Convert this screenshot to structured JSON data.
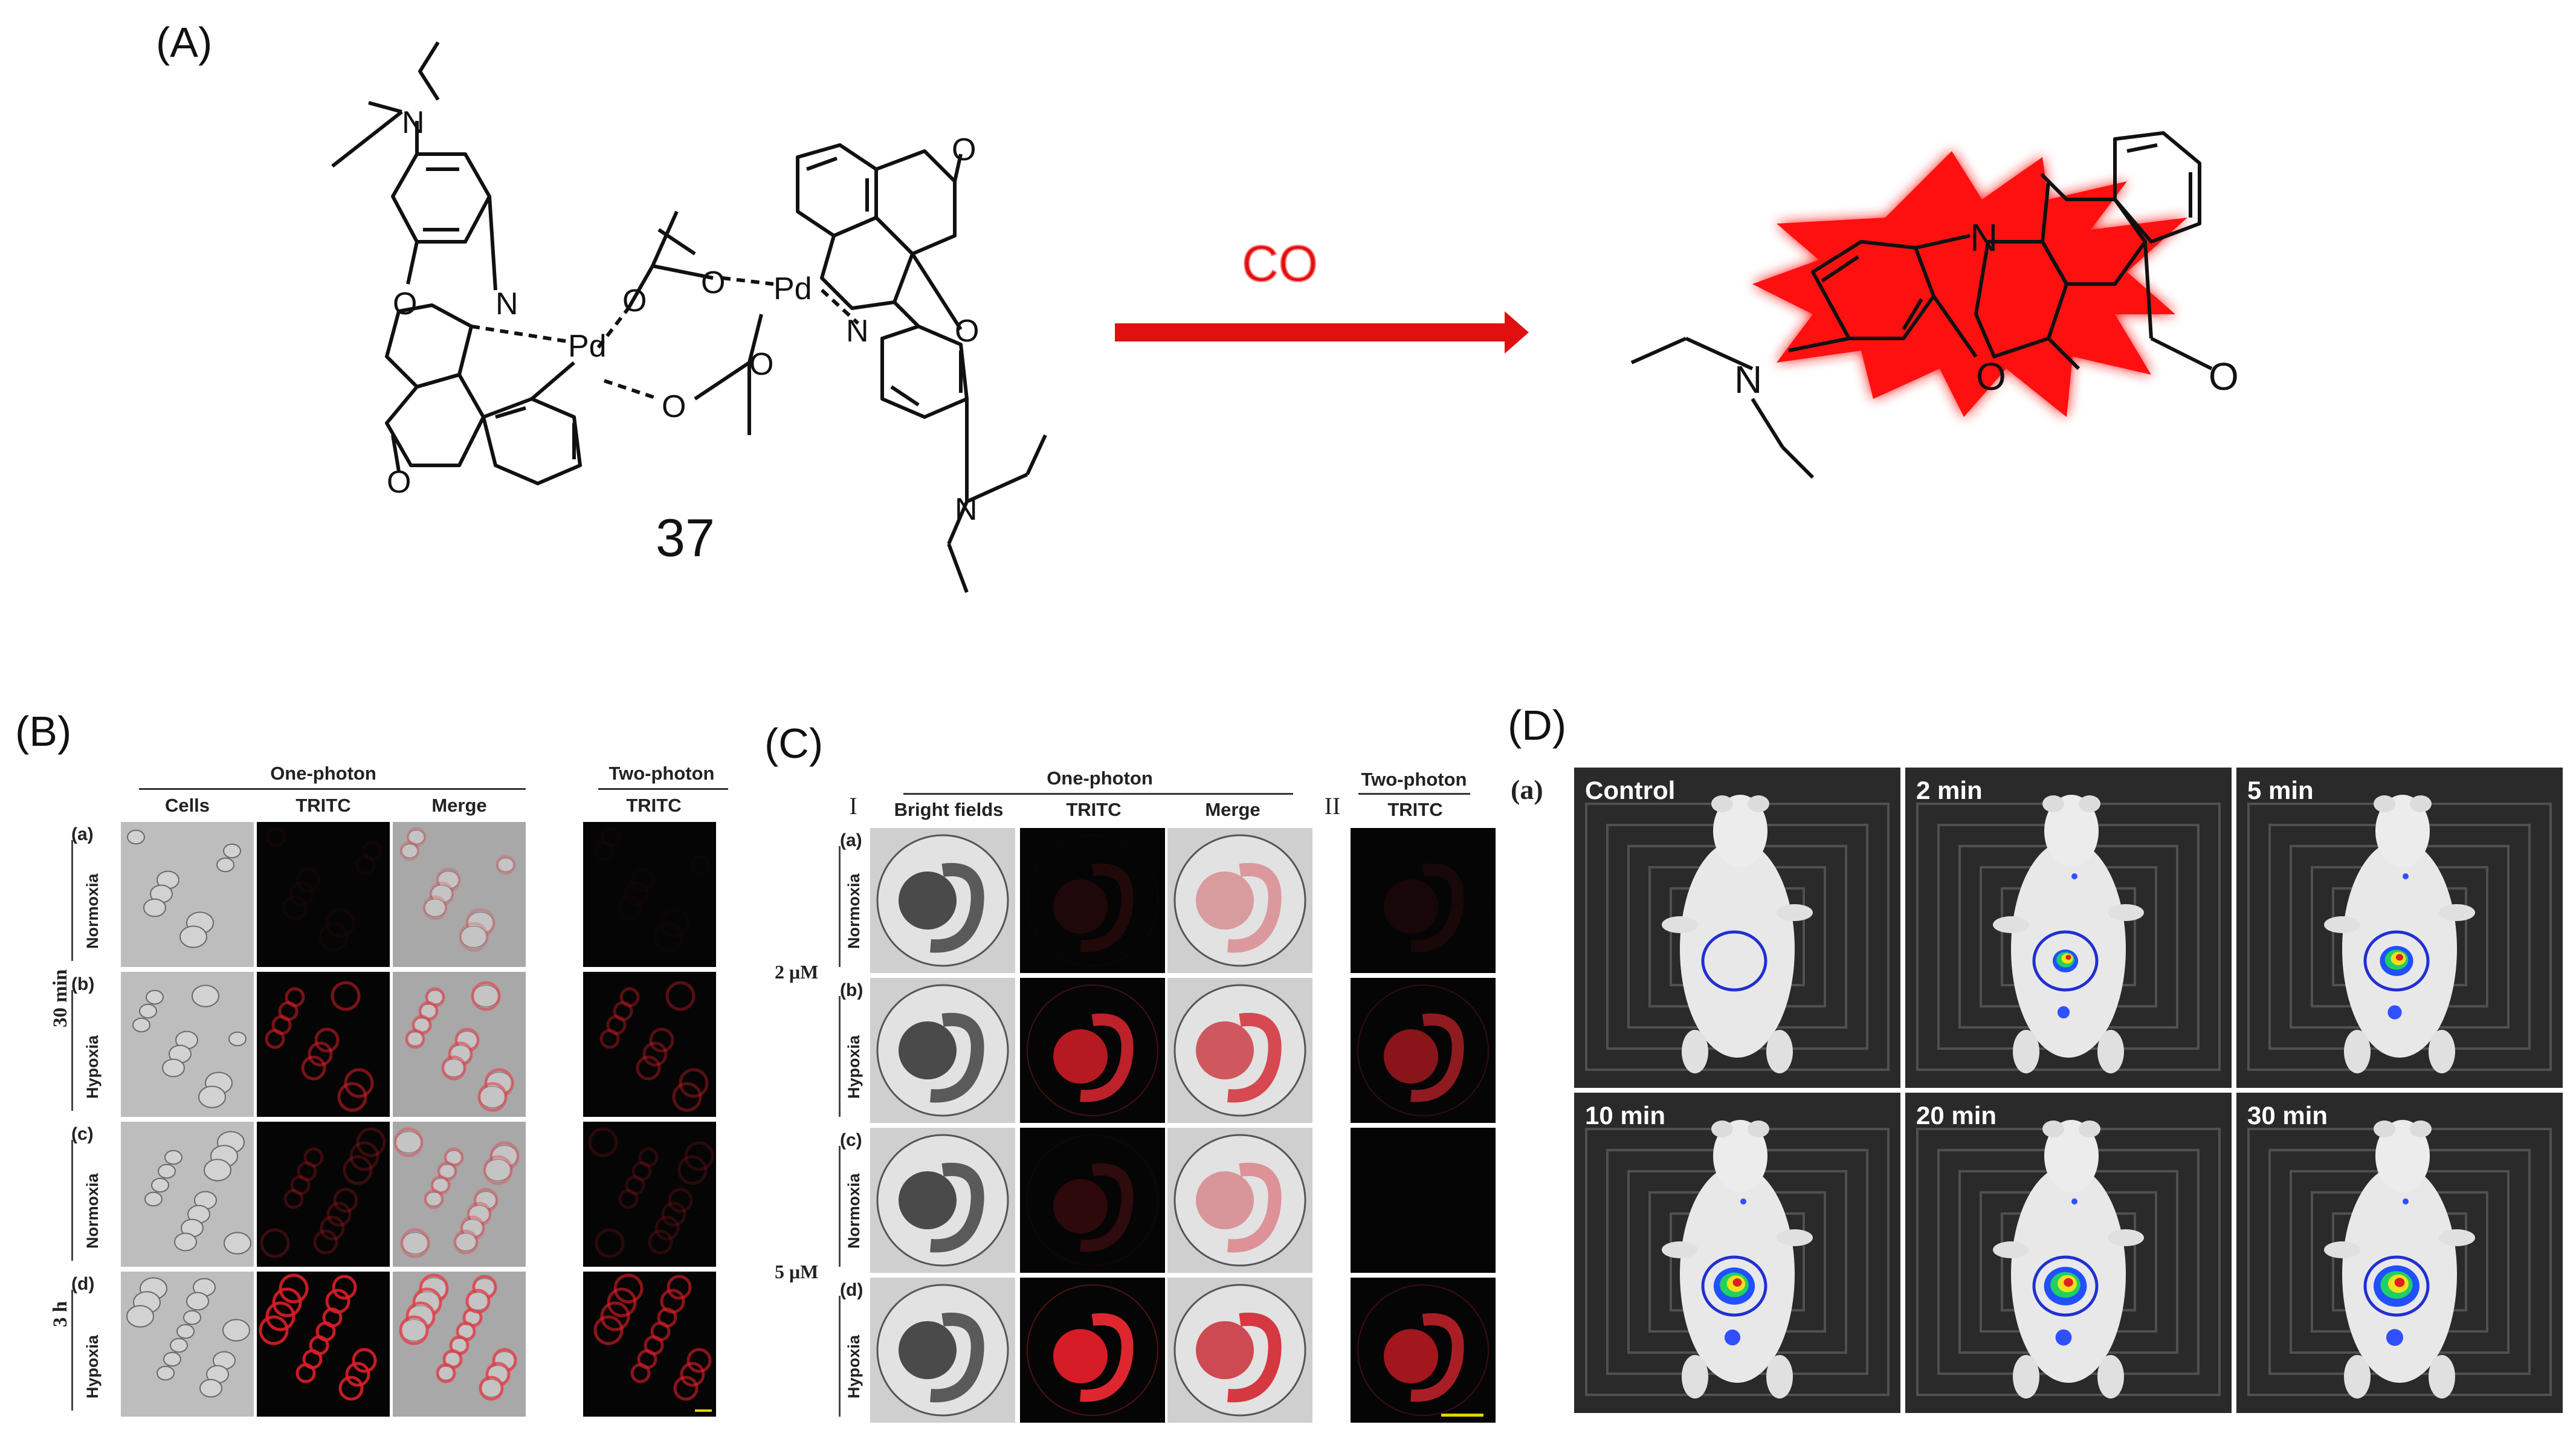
{
  "panels": {
    "a_label": "(A)",
    "b_label": "(B)",
    "c_label": "(C)",
    "d_label": "(D)"
  },
  "scheme": {
    "compound_number": "37",
    "reagent": "CO",
    "atoms": {
      "N": "N",
      "O": "O",
      "Pd": "Pd"
    },
    "colors": {
      "reagent": "#e01010",
      "arrow": "#e01010",
      "glow": "#ff1a1a"
    }
  },
  "panel_b": {
    "group_one_photon": "One-photon",
    "group_two_photon": "Two-photon",
    "columns": [
      "Cells",
      "TRITC",
      "Merge",
      "TRITC"
    ],
    "rows": [
      {
        "sub": "(a)",
        "condition": "Normoxia"
      },
      {
        "sub": "(b)",
        "condition": "Hypoxia"
      },
      {
        "sub": "(c)",
        "condition": "Normoxia"
      },
      {
        "sub": "(d)",
        "condition": "Hypoxia"
      }
    ],
    "times": [
      "30 min",
      "3 h"
    ]
  },
  "panel_c": {
    "roman_one": "I",
    "roman_two": "II",
    "group_one_photon": "One-photon",
    "group_two_photon": "Two-photon",
    "columns": [
      "Bright fields",
      "TRITC",
      "Merge",
      "TRITC"
    ],
    "rows": [
      {
        "sub": "(a)",
        "condition": "Normoxia"
      },
      {
        "sub": "(b)",
        "condition": "Hypoxia"
      },
      {
        "sub": "(c)",
        "condition": "Normoxia"
      },
      {
        "sub": "(d)",
        "condition": "Hypoxia"
      }
    ],
    "doses": [
      "2 μM",
      "5 μM"
    ]
  },
  "panel_d": {
    "sub": "(a)",
    "tiles": [
      "Control",
      "2 min",
      "5 min",
      "10 min",
      "20 min",
      "30 min"
    ],
    "signal_levels": [
      0.0,
      0.35,
      0.6,
      0.85,
      0.9,
      1.0
    ]
  }
}
